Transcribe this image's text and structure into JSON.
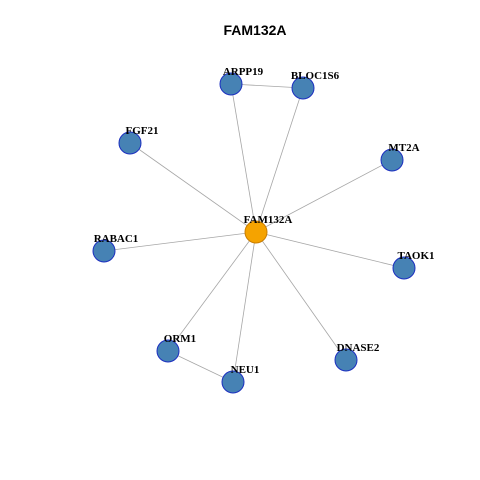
{
  "title": "FAM132A",
  "colors": {
    "center_fill": "#f5a300",
    "center_stroke": "#c97d00",
    "node_fill": "#4682b4",
    "node_stroke": "#1c2fc0",
    "edge": "#a6a6a6"
  },
  "nodes": [
    {
      "id": "FAM132A",
      "label": "FAM132A",
      "center": true
    },
    {
      "id": "ARPP19",
      "label": "ARPP19"
    },
    {
      "id": "BLOC1S6",
      "label": "BLOC1S6"
    },
    {
      "id": "FGF21",
      "label": "FGF21"
    },
    {
      "id": "MT2A",
      "label": "MT2A"
    },
    {
      "id": "RABAC1",
      "label": "RABAC1"
    },
    {
      "id": "TAOK1",
      "label": "TAOK1"
    },
    {
      "id": "ORM1",
      "label": "ORM1"
    },
    {
      "id": "DNASE2",
      "label": "DNASE2"
    },
    {
      "id": "NEU1",
      "label": "NEU1"
    }
  ],
  "edges": [
    [
      "FAM132A",
      "ARPP19"
    ],
    [
      "FAM132A",
      "BLOC1S6"
    ],
    [
      "FAM132A",
      "FGF21"
    ],
    [
      "FAM132A",
      "MT2A"
    ],
    [
      "FAM132A",
      "RABAC1"
    ],
    [
      "FAM132A",
      "TAOK1"
    ],
    [
      "FAM132A",
      "ORM1"
    ],
    [
      "FAM132A",
      "DNASE2"
    ],
    [
      "FAM132A",
      "NEU1"
    ],
    [
      "ARPP19",
      "BLOC1S6"
    ],
    [
      "ORM1",
      "NEU1"
    ]
  ]
}
